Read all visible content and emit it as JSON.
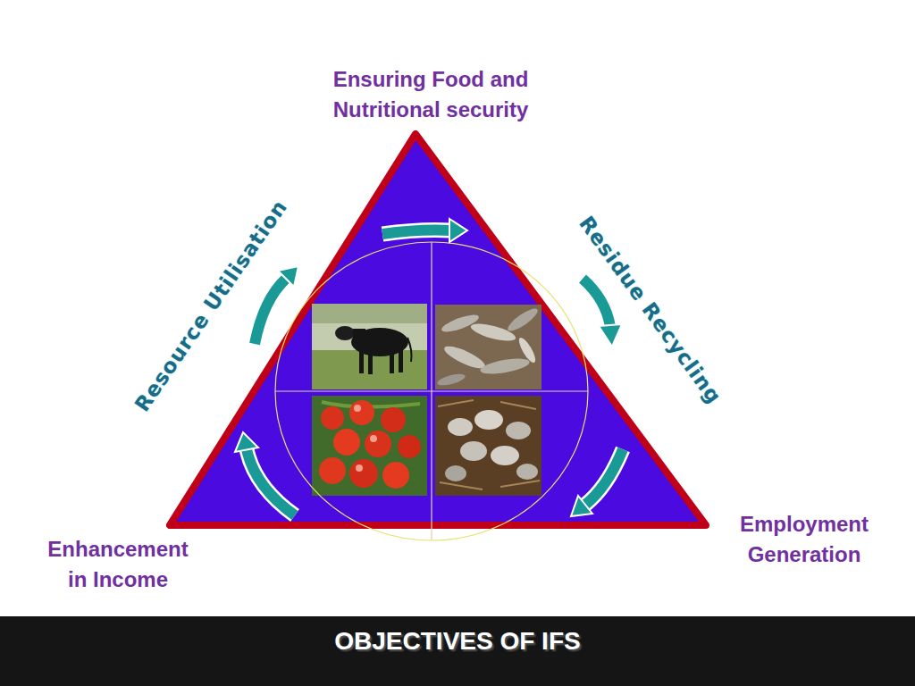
{
  "diagram": {
    "title": "OBJECTIVES OF IFS",
    "labels": [
      "Ensuring Food and Nutritional security",
      "Resource Utilisation",
      "Residue Recycling",
      "Enhancement in Income",
      "Employment Generation"
    ]
  }
}
